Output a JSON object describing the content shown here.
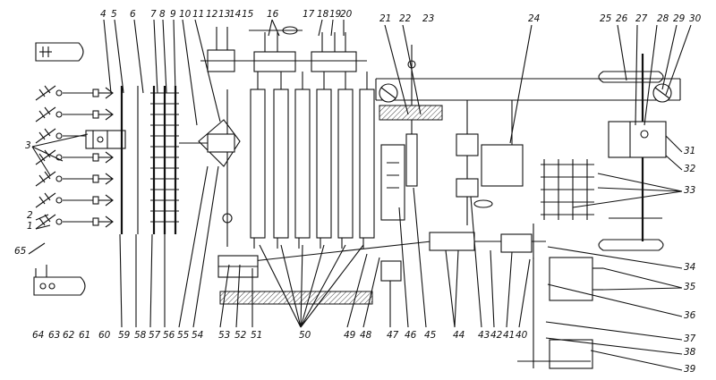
{
  "diagram": {
    "labels_top": [
      "4",
      "5",
      "6",
      "7",
      "8",
      "9",
      "10",
      "11",
      "12",
      "13",
      "14",
      "15",
      "16",
      "17",
      "18",
      "19",
      "20",
      "21",
      "22",
      "23",
      "24",
      "25",
      "26",
      "27",
      "28",
      "29",
      "30"
    ],
    "labels_bottom": [
      "64",
      "63",
      "62",
      "61",
      "60",
      "59",
      "58",
      "57",
      "56",
      "55",
      "54",
      "53",
      "52",
      "51",
      "50",
      "49",
      "48",
      "47",
      "46",
      "45",
      "44",
      "43",
      "42",
      "41",
      "40"
    ],
    "labels_left": [
      "3",
      "2",
      "1",
      "65"
    ],
    "labels_right": [
      "31",
      "32",
      "33",
      "34",
      "35",
      "36",
      "37",
      "38",
      "39"
    ]
  }
}
